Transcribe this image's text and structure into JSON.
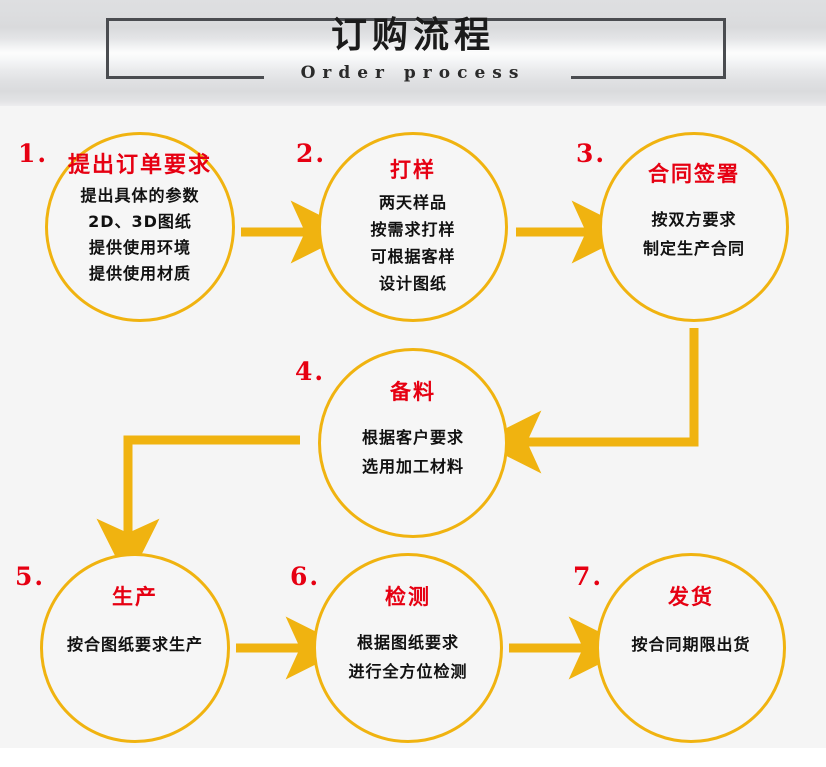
{
  "header": {
    "title_cn": "订购流程",
    "title_en": "Order process"
  },
  "colors": {
    "accent": "#F0B310",
    "title_red": "#e60012",
    "body_text": "#111111",
    "frame": "#4a4c50",
    "canvas_bg": "#f5f5f5"
  },
  "flow": {
    "type": "process-flowchart",
    "direction": "1→2→3→4→5→6→7 (serpentine)",
    "steps": [
      {
        "number": "1.",
        "title": "提出订单要求",
        "lines": [
          "提出具体的参数",
          "2D、3D图纸",
          "提供使用环境",
          "提供使用材质"
        ]
      },
      {
        "number": "2.",
        "title": "打样",
        "lines": [
          "两天样品",
          "按需求打样",
          "可根据客样",
          "设计图纸"
        ]
      },
      {
        "number": "3.",
        "title": "合同签署",
        "lines": [
          "按双方要求",
          "制定生产合同"
        ]
      },
      {
        "number": "4.",
        "title": "备料",
        "lines": [
          "根据客户要求",
          "选用加工材料"
        ]
      },
      {
        "number": "5.",
        "title": "生产",
        "lines": [
          "按合图纸要求生产"
        ]
      },
      {
        "number": "6.",
        "title": "检测",
        "lines": [
          "根据图纸要求",
          "进行全方位检测"
        ]
      },
      {
        "number": "7.",
        "title": "发货",
        "lines": [
          "按合同期限出货"
        ]
      }
    ],
    "connectors": [
      {
        "from": "1",
        "to": "2",
        "shape": "horizontal-right"
      },
      {
        "from": "2",
        "to": "3",
        "shape": "horizontal-right"
      },
      {
        "from": "3",
        "to": "4",
        "shape": "elbow-down-then-left"
      },
      {
        "from": "4",
        "to": "5",
        "shape": "elbow-left-then-down"
      },
      {
        "from": "5",
        "to": "6",
        "shape": "horizontal-right"
      },
      {
        "from": "6",
        "to": "7",
        "shape": "horizontal-right"
      }
    ]
  }
}
